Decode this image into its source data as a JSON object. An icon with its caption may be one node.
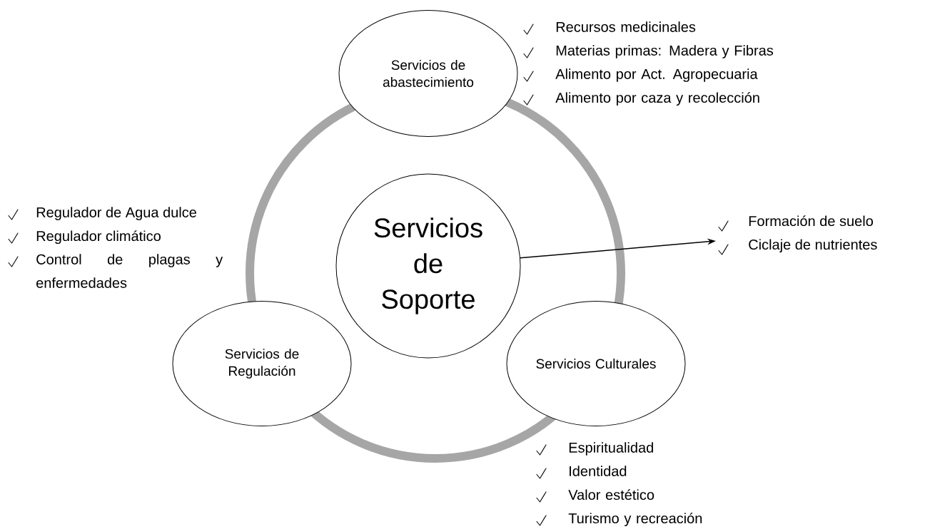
{
  "diagram": {
    "nodes": [
      {
        "text": [
          "Servicios de abastecimiento"
        ],
        "beside": [
          "Recursos medicinales",
          "Materias primas: Madera y Fibras",
          "Alimento por Act. Agropecuaria",
          "Alimento por caza y recolección"
        ]
      },
      {
        "text": [
          "Servicios de Soporte"
        ]
      },
      {
        "text": [
          "Servicios de Regulación"
        ],
        "beside": [
          "Regulador de Agua dulce",
          "Regulador climático",
          "Control de plagas y enfermedades"
        ]
      },
      {
        "text": [
          "Servicios Culturales"
        ],
        "beside": [
          "Espiritualidad",
          "Identidad",
          "Valor estético",
          "Turismo y recreación"
        ]
      },
      {
        "text": [
          "Formación de suelo",
          "Ciclaje de nutrientes"
        ]
      }
    ],
    "edges": [
      {
        "from": 1,
        "to": 4,
        "arrow": "to"
      }
    ]
  }
}
